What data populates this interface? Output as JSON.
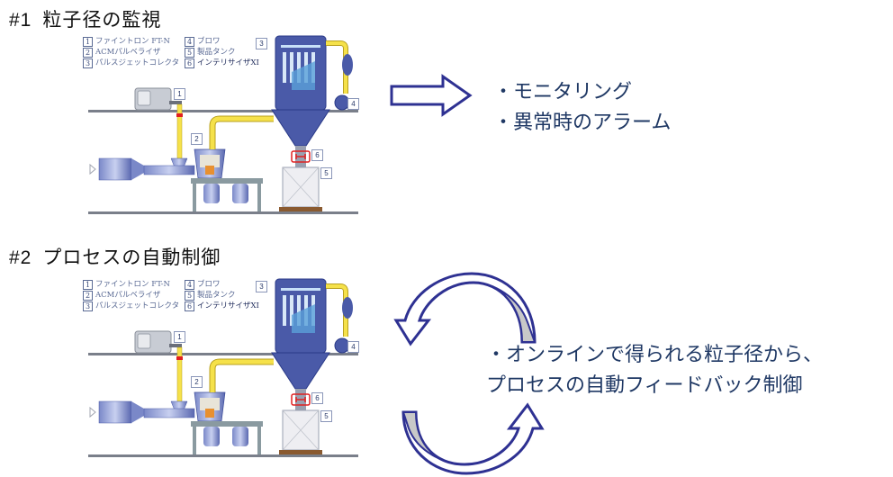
{
  "sections": [
    {
      "number": "#1",
      "title": "粒子径の監視",
      "bullets": [
        "・モニタリング",
        "・異常時のアラーム"
      ],
      "arrow_icon": "right-arrow-icon"
    },
    {
      "number": "#2",
      "title": "プロセスの自動制御",
      "bullets": [
        "・オンラインで得られる粒子径から、",
        "プロセスの自動フィードバック制御"
      ],
      "arrow_icon": "cycle-arrows-icon"
    }
  ],
  "legend": [
    {
      "num": "1",
      "label": "ファイントロン FT-N"
    },
    {
      "num": "2",
      "label": "ACMパルベライザ"
    },
    {
      "num": "3",
      "label": "パルスジェットコレクタ"
    },
    {
      "num": "4",
      "label": "ブロワ"
    },
    {
      "num": "5",
      "label": "製品タンク"
    },
    {
      "num": "6",
      "label": "インテリサイザXI"
    }
  ],
  "tags": [
    "1",
    "2",
    "3",
    "4",
    "5",
    "6"
  ],
  "colors": {
    "arrow_stroke": "#2e3192",
    "arrow_fill_gray": "#c8c8c8",
    "text_blue": "#1f3864",
    "pipe_yellow": "#f5e14a",
    "equipment_blue": "#4a5aa8",
    "sensor_red": "#e02020"
  }
}
